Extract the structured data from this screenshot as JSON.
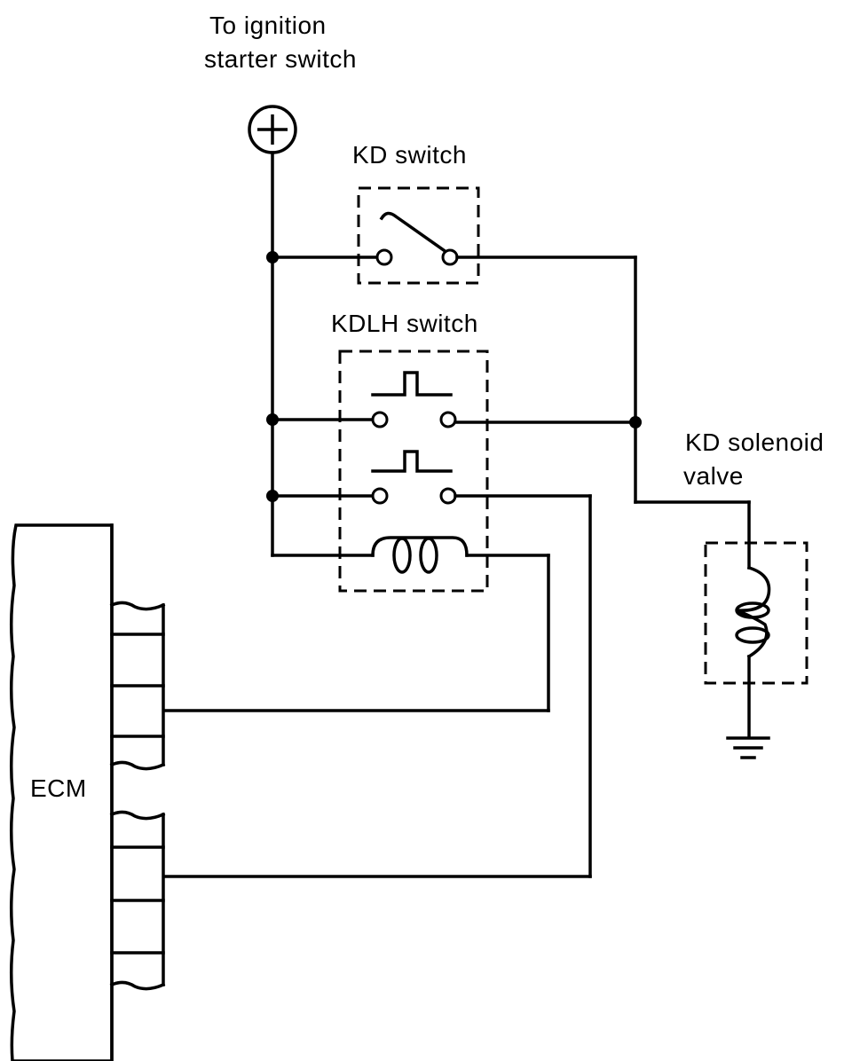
{
  "labels": {
    "power_source": [
      "To ignition",
      "starter switch"
    ],
    "kd_switch": "KD switch",
    "kdlh_switch": "KDLH switch",
    "kd_solenoid_valve": [
      "KD solenoid",
      "valve"
    ],
    "ecm": "ECM"
  },
  "icons": [
    "plus-terminal-icon",
    "ground-icon",
    "coil-icon",
    "switch-contact-icon"
  ],
  "colors": {
    "line": "#000000",
    "background": "#ffffff"
  }
}
